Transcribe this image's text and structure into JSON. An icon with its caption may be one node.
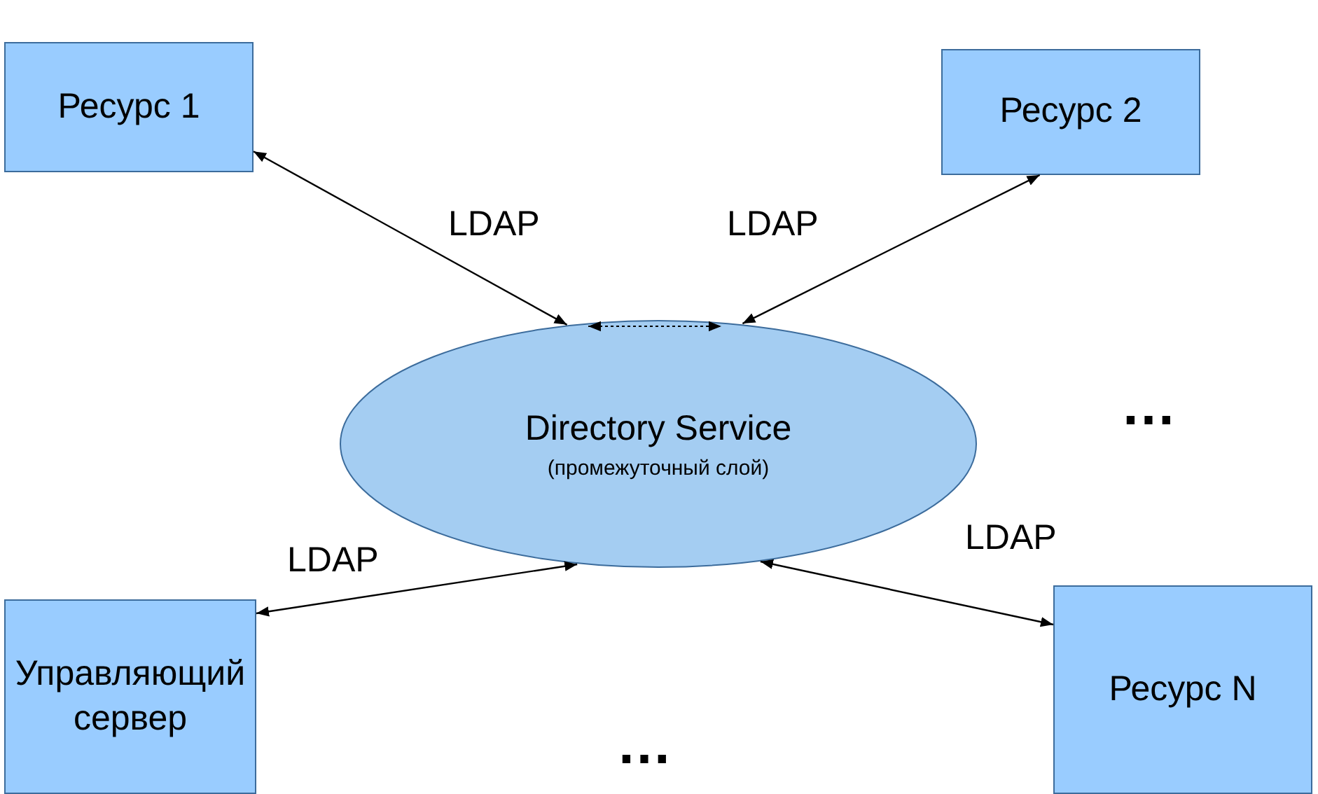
{
  "diagram": {
    "nodes": [
      {
        "text": [
          "Ресурс 1"
        ]
      },
      {
        "text": [
          "Ресурс 2"
        ]
      },
      {
        "text": [
          "Directory Service",
          "(промежуточный слой)"
        ]
      },
      {
        "text": [
          "Управляющий сервер"
        ]
      },
      {
        "text": [
          "Ресурс N"
        ]
      }
    ],
    "edges": [
      {
        "from": 0,
        "to": 2,
        "arrow": "both",
        "label": "LDAP"
      },
      {
        "from": 1,
        "to": 2,
        "arrow": "both",
        "label": "LDAP"
      },
      {
        "from": 3,
        "to": 2,
        "arrow": "both",
        "label": "LDAP"
      },
      {
        "from": 4,
        "to": 2,
        "arrow": "both",
        "label": "LDAP"
      }
    ],
    "labels": [
      "…",
      "…"
    ]
  }
}
